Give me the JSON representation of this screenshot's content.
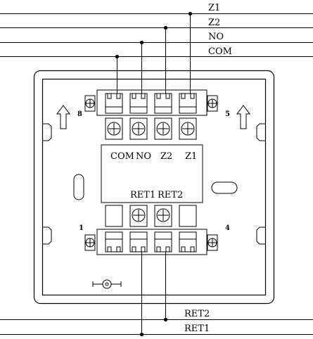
{
  "wires": {
    "z1": "Z1",
    "z2": "Z2",
    "no": "NO",
    "com": "COM",
    "ret2": "RET2",
    "ret1": "RET1"
  },
  "terminal_labels": {
    "com": "COM",
    "no": "NO",
    "z2": "Z2",
    "z1": "Z1",
    "ret1": "RET1",
    "ret2": "RET2"
  },
  "pins": {
    "p8": "8",
    "p5": "5",
    "p1": "1",
    "p4": "4"
  }
}
